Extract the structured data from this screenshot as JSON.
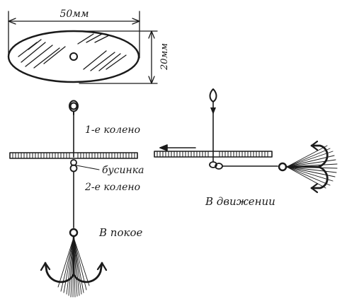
{
  "spinner_diagram": {
    "dimensions": {
      "length_label": "50мм",
      "width_label": "20мм"
    },
    "rest_view": {
      "segment_1_label": "1-е колено",
      "bead_label": "бусинка",
      "segment_2_label": "2-е колено",
      "state_label": "В покое"
    },
    "motion_view": {
      "state_label": "В движении"
    }
  },
  "colors": {
    "ink": "#1a1a1a",
    "paper": "#ffffff"
  }
}
